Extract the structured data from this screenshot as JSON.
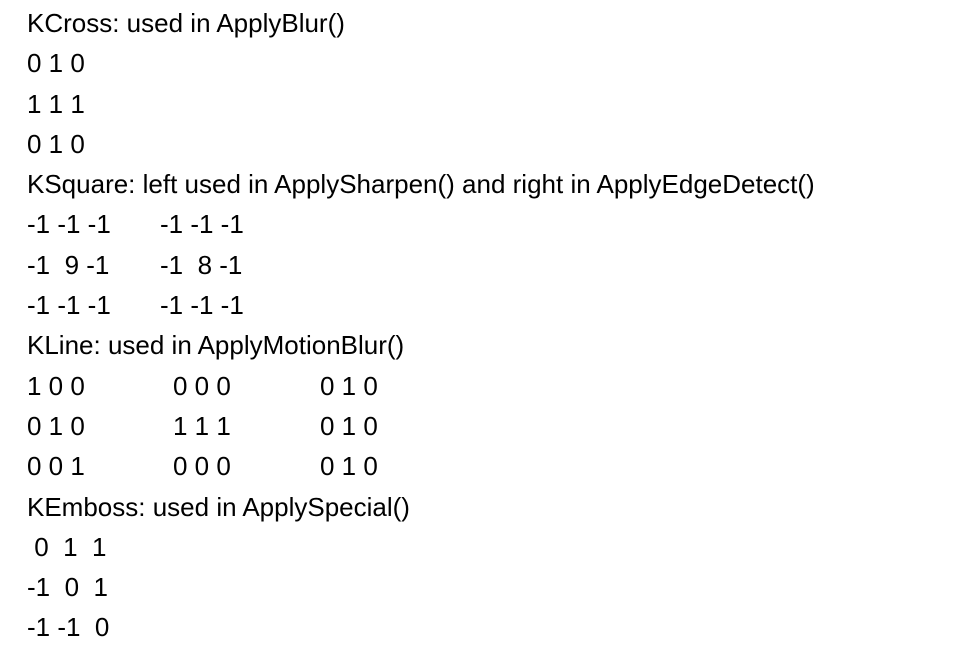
{
  "kcross": {
    "heading": "KCross: used in ApplyBlur()",
    "rows": [
      "0 1 0",
      "1 1 1",
      "0 1 0"
    ]
  },
  "ksquare": {
    "heading": "KSquare: left used in ApplySharpen() and right in ApplyEdgeDetect()",
    "left_rows": [
      "-1 -1 -1",
      "-1  9 -1",
      "-1 -1 -1"
    ],
    "right_rows": [
      "-1 -1 -1",
      "-1  8 -1",
      "-1 -1 -1"
    ]
  },
  "kline": {
    "heading": "KLine: used in ApplyMotionBlur()",
    "col1_rows": [
      "1 0 0",
      "0 1 0",
      "0 0 1"
    ],
    "col2_rows": [
      "0 0 0",
      "1 1 1",
      "0 0 0"
    ],
    "col3_rows": [
      "0 1 0",
      "0 1 0",
      "0 1 0"
    ]
  },
  "kemboss": {
    "heading": "KEmboss: used in ApplySpecial()",
    "rows": [
      " 0  1  1",
      "-1  0  1",
      "-1 -1  0"
    ]
  }
}
